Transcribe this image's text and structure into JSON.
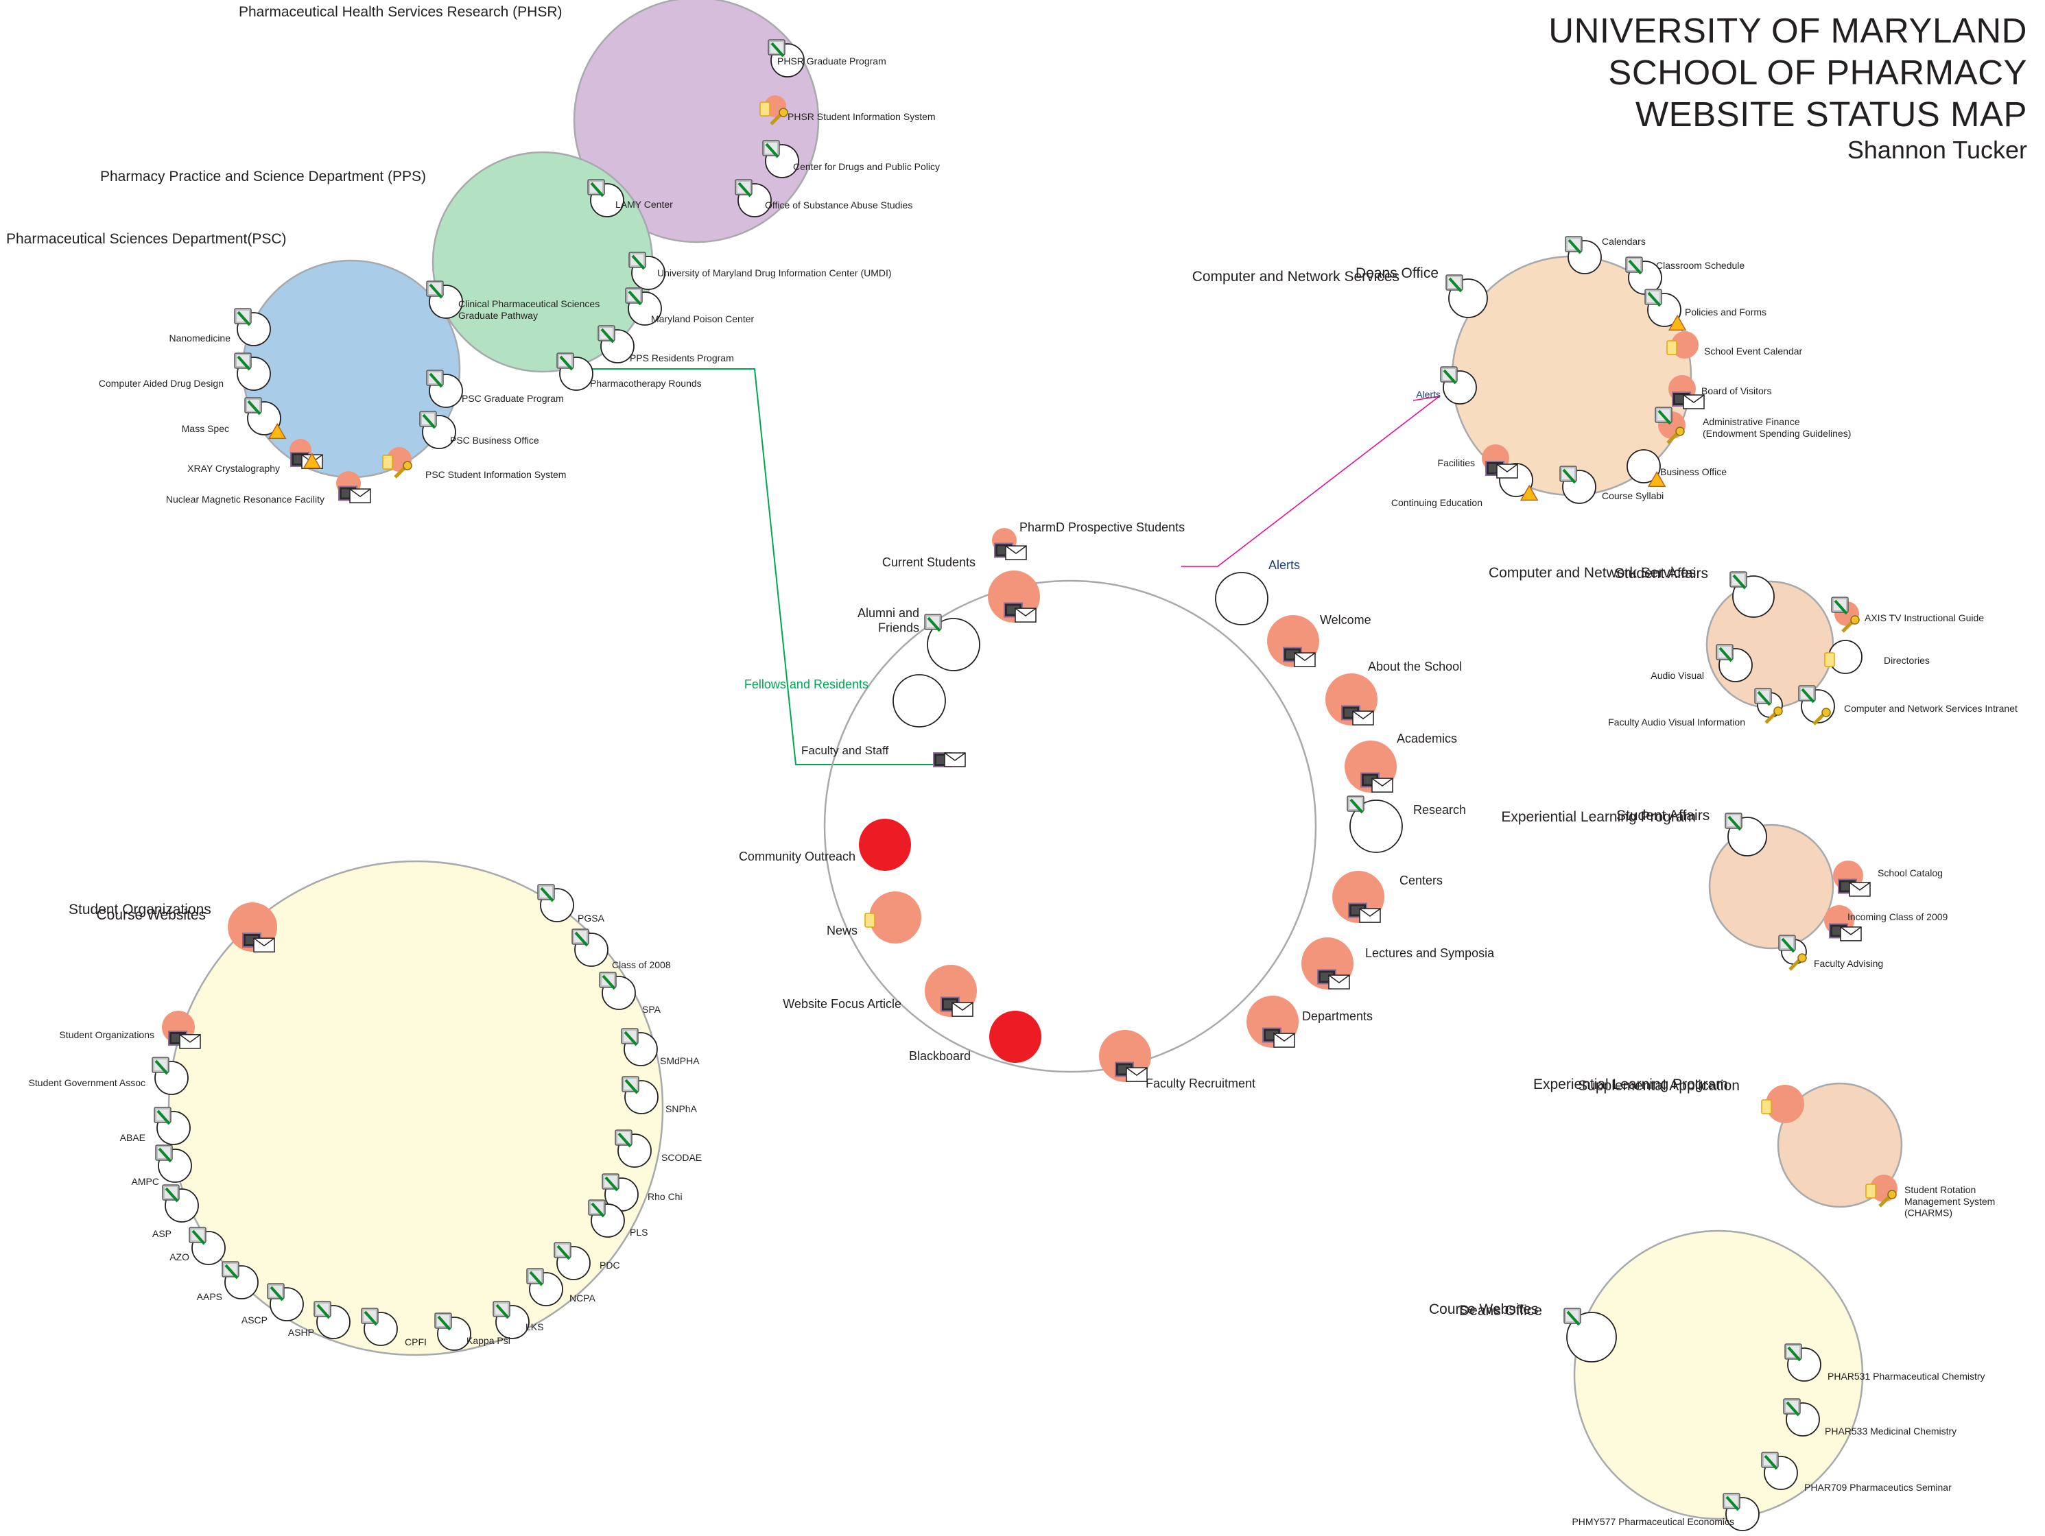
{
  "title": {
    "line1": "UNIVERSITY OF MARYLAND",
    "line2": "SCHOOL OF PHARMACY",
    "line3": "WEBSITE STATUS MAP",
    "author": "Shannon Tucker"
  },
  "icons": {
    "edit": "pencil-icon",
    "email": "email-icon",
    "monitor": "monitor-icon",
    "warning": "warning-icon",
    "key": "key-icon",
    "database": "database-icon"
  },
  "colors": {
    "status_ok": "#ffffff",
    "status_update": "#f3957a",
    "status_critical": "#ed1c24",
    "phsr": "#d6bddb",
    "pps": "#b3e2c3",
    "psc": "#a9cde9",
    "deans": "#f8dcc0",
    "services": "#f5d5bb",
    "yellow": "#fefadc"
  },
  "groups": [
    {
      "id": "phsr",
      "label": "Pharmaceutical Health Services Research (PHSR)",
      "color": "#d6bddb"
    },
    {
      "id": "pps",
      "label": "Pharmacy Practice and Science Department (PPS)",
      "color": "#b3e2c3"
    },
    {
      "id": "psc",
      "label": "Pharmaceutical Sciences Department(PSC)",
      "color": "#a9cde9"
    },
    {
      "id": "deans",
      "label": "Deans Office",
      "color": "#f8dcc0"
    },
    {
      "id": "cns",
      "label": "Computer and Network Services",
      "color": "#f5d5bb"
    },
    {
      "id": "sa",
      "label": "Student Affairs",
      "color": "#f5d5bb"
    },
    {
      "id": "elp",
      "label": "Experiential Learning Program",
      "color": "#f5d5bb"
    },
    {
      "id": "course",
      "label": "Course Websites",
      "color": "#fefadc"
    },
    {
      "id": "studorg",
      "label": "Student Organizations",
      "color": "#fefadc"
    }
  ],
  "nodes": [
    {
      "label": "PHSR Graduate Program",
      "status": "ok",
      "icons": [
        "edit"
      ]
    },
    {
      "label": "PHSR Student Information System",
      "status": "update",
      "icons": [
        "database",
        "key"
      ]
    },
    {
      "label": "Center for Drugs and Public Policy",
      "status": "ok",
      "icons": [
        "edit"
      ]
    },
    {
      "label": "Office of Substance Abuse Studies",
      "status": "ok",
      "icons": [
        "edit"
      ]
    },
    {
      "label": "LAMY Center",
      "status": "ok",
      "icons": [
        "edit"
      ]
    },
    {
      "label": "University of Maryland Drug Information Center (UMDI)",
      "status": "ok",
      "icons": [
        "edit"
      ]
    },
    {
      "label": "Clinical Pharmaceutical Sciences\nGraduate Pathway",
      "status": "ok",
      "icons": [
        "edit"
      ]
    },
    {
      "label": "Maryland Poison Center",
      "status": "ok",
      "icons": [
        "edit"
      ]
    },
    {
      "label": "PPS Residents Program",
      "status": "ok",
      "icons": [
        "edit"
      ]
    },
    {
      "label": "Pharmacotherapy Rounds",
      "status": "ok",
      "icons": [
        "edit"
      ]
    },
    {
      "label": "Nanomedicine",
      "status": "ok",
      "icons": [
        "edit"
      ]
    },
    {
      "label": "Computer Aided Drug Design",
      "status": "ok",
      "icons": [
        "edit"
      ]
    },
    {
      "label": "Mass Spec",
      "status": "ok",
      "icons": [
        "edit",
        "warning"
      ]
    },
    {
      "label": "XRAY Crystalography",
      "status": "update",
      "icons": [
        "monitor",
        "email",
        "warning"
      ]
    },
    {
      "label": "Nuclear Magnetic Resonance Facility",
      "status": "update",
      "icons": [
        "monitor",
        "email"
      ]
    },
    {
      "label": "PSC Graduate Program",
      "status": "ok",
      "icons": [
        "edit"
      ]
    },
    {
      "label": "PSC Business Office",
      "status": "ok",
      "icons": [
        "edit"
      ]
    },
    {
      "label": "PSC Student Information System",
      "status": "update",
      "icons": [
        "database",
        "key"
      ]
    },
    {
      "label": "Calendars",
      "status": "ok",
      "icons": [
        "edit"
      ]
    },
    {
      "label": "Classroom Schedule",
      "status": "ok",
      "icons": [
        "edit"
      ]
    },
    {
      "label": "Policies and Forms",
      "status": "ok",
      "icons": [
        "edit",
        "warning"
      ]
    },
    {
      "label": "School Event Calendar",
      "status": "update",
      "icons": [
        "database"
      ]
    },
    {
      "label": "Board of Visitors",
      "status": "update",
      "icons": [
        "monitor",
        "email"
      ]
    },
    {
      "label": "Administrative Finance\n(Endowment Spending Guidelines)",
      "status": "update",
      "icons": [
        "edit",
        "key"
      ]
    },
    {
      "label": "Business Office",
      "status": "ok",
      "icons": [
        "warning"
      ]
    },
    {
      "label": "Course Syllabi",
      "status": "ok",
      "icons": [
        "edit"
      ]
    },
    {
      "label": "Continuing Education",
      "status": "ok",
      "icons": [
        "warning"
      ]
    },
    {
      "label": "Facilities",
      "status": "update",
      "icons": [
        "monitor",
        "email"
      ]
    },
    {
      "label": "Alerts",
      "status": "ok",
      "icons": [
        "edit"
      ]
    },
    {
      "label": "AXIS TV Instructional Guide",
      "status": "update",
      "icons": [
        "edit",
        "key"
      ]
    },
    {
      "label": "Directories",
      "status": "ok",
      "icons": [
        "database"
      ]
    },
    {
      "label": "Computer and Network Services Intranet",
      "status": "ok",
      "icons": [
        "edit",
        "key"
      ]
    },
    {
      "label": "Faculty Audio Visual Information",
      "status": "ok",
      "icons": [
        "edit",
        "key"
      ]
    },
    {
      "label": "Audio Visual",
      "status": "ok",
      "icons": [
        "edit"
      ]
    },
    {
      "label": "School Catalog",
      "status": "update",
      "icons": [
        "monitor",
        "email"
      ]
    },
    {
      "label": "Incoming Class of 2009",
      "status": "update",
      "icons": [
        "monitor",
        "email"
      ]
    },
    {
      "label": "Faculty Advising",
      "status": "ok",
      "icons": [
        "edit",
        "key"
      ]
    },
    {
      "label": "Student Rotation\nManagement System\n(CHARMS)",
      "status": "update",
      "icons": [
        "database",
        "key"
      ]
    },
    {
      "label": "PHAR531 Pharmaceutical Chemistry",
      "status": "ok",
      "icons": [
        "edit"
      ]
    },
    {
      "label": "PHAR533 Medicinal Chemistry",
      "status": "ok",
      "icons": [
        "edit"
      ]
    },
    {
      "label": "PHAR709 Pharmaceutics Seminar",
      "status": "ok",
      "icons": [
        "edit"
      ]
    },
    {
      "label": "PHMY577 Pharmaceutical Economics",
      "status": "ok",
      "icons": [
        "edit"
      ]
    },
    {
      "label": "PGSA",
      "status": "ok",
      "icons": [
        "edit"
      ]
    },
    {
      "label": "Class of 2008",
      "status": "ok",
      "icons": [
        "edit"
      ]
    },
    {
      "label": "SPA",
      "status": "ok",
      "icons": [
        "edit"
      ]
    },
    {
      "label": "SMdPHA",
      "status": "ok",
      "icons": [
        "edit"
      ]
    },
    {
      "label": "SNPhA",
      "status": "ok",
      "icons": [
        "edit"
      ]
    },
    {
      "label": "SCODAE",
      "status": "ok",
      "icons": [
        "edit"
      ]
    },
    {
      "label": "Rho Chi",
      "status": "ok",
      "icons": [
        "edit"
      ]
    },
    {
      "label": "PLS",
      "status": "ok",
      "icons": [
        "edit"
      ]
    },
    {
      "label": "PDC",
      "status": "ok",
      "icons": [
        "edit"
      ]
    },
    {
      "label": "NCPA",
      "status": "ok",
      "icons": [
        "edit"
      ]
    },
    {
      "label": "LKS",
      "status": "ok",
      "icons": [
        "edit"
      ]
    },
    {
      "label": "Kappa Psi",
      "status": "ok",
      "icons": [
        "edit"
      ]
    },
    {
      "label": "CPFI",
      "status": "ok",
      "icons": [
        "edit"
      ]
    },
    {
      "label": "ASHP",
      "status": "ok",
      "icons": [
        "edit"
      ]
    },
    {
      "label": "ASCP",
      "status": "ok",
      "icons": [
        "edit"
      ]
    },
    {
      "label": "AAPS",
      "status": "ok",
      "icons": [
        "edit"
      ]
    },
    {
      "label": "AZO",
      "status": "ok",
      "icons": [
        "edit"
      ]
    },
    {
      "label": "ASP",
      "status": "ok",
      "icons": [
        "edit"
      ]
    },
    {
      "label": "AMPC",
      "status": "ok",
      "icons": [
        "edit"
      ]
    },
    {
      "label": "ABAE",
      "status": "ok",
      "icons": [
        "edit"
      ]
    },
    {
      "label": "Student Government Assoc",
      "status": "ok",
      "icons": [
        "edit"
      ]
    },
    {
      "label": "Student Organizations",
      "status": "update",
      "icons": [
        "monitor",
        "email"
      ]
    },
    {
      "label": "Course Websites",
      "status": "update",
      "icons": [
        "monitor",
        "email"
      ]
    },
    {
      "label": "Deans Office",
      "status": "ok",
      "icons": [
        "edit"
      ]
    },
    {
      "label": "Computer and Network Services",
      "status": "ok",
      "icons": [
        "edit"
      ]
    },
    {
      "label": "Student Affairs",
      "status": "ok",
      "icons": [
        "edit"
      ]
    },
    {
      "label": "Experiential Learning Program",
      "status": "ok",
      "icons": [
        "edit"
      ]
    },
    {
      "label": "Supplemental Application",
      "status": "update",
      "icons": [
        "database"
      ]
    },
    {
      "label": "PharmD Prospective Students",
      "status": "update",
      "icons": [
        "monitor",
        "email"
      ]
    },
    {
      "label": "Current Students",
      "status": "update",
      "icons": [
        "monitor",
        "email"
      ]
    },
    {
      "label": "Alumni and\nFriends",
      "status": "ok",
      "icons": [
        "edit"
      ]
    },
    {
      "label": "Fellows and Residents",
      "status": "ok",
      "icons": []
    },
    {
      "label": "Faculty and Staff",
      "status": "update",
      "icons": [
        "monitor",
        "email"
      ]
    },
    {
      "label": "Community Outreach",
      "status": "critical",
      "icons": []
    },
    {
      "label": "News",
      "status": "update",
      "icons": [
        "database"
      ]
    },
    {
      "label": "Website Focus Article",
      "status": "update",
      "icons": [
        "monitor",
        "email"
      ]
    },
    {
      "label": "Blackboard",
      "status": "critical",
      "icons": []
    },
    {
      "label": "Faculty Recruitment",
      "status": "update",
      "icons": [
        "monitor",
        "email"
      ]
    },
    {
      "label": "Departments",
      "status": "update",
      "icons": [
        "monitor",
        "email"
      ]
    },
    {
      "label": "Lectures and Symposia",
      "status": "update",
      "icons": [
        "monitor",
        "email"
      ]
    },
    {
      "label": "Centers",
      "status": "update",
      "icons": [
        "monitor",
        "email"
      ]
    },
    {
      "label": "Research",
      "status": "ok",
      "icons": [
        "edit"
      ]
    },
    {
      "label": "Academics",
      "status": "update",
      "icons": [
        "monitor",
        "email"
      ]
    },
    {
      "label": "About the School",
      "status": "update",
      "icons": [
        "monitor",
        "email"
      ]
    },
    {
      "label": "Welcome",
      "status": "update",
      "icons": [
        "monitor",
        "email"
      ]
    },
    {
      "label": "Alerts",
      "status": "ok",
      "icons": []
    }
  ]
}
